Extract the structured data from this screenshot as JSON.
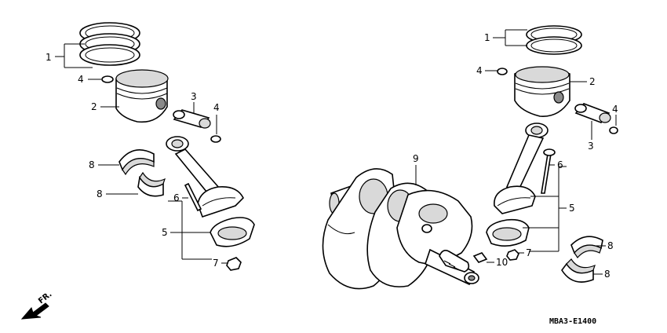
{
  "callouts": {
    "L1": "1",
    "L2": "2",
    "L3": "3",
    "L4a": "4",
    "L4b": "4",
    "L8a": "8",
    "L8b": "8",
    "L6": "6",
    "L5": "5",
    "L7": "7",
    "R1": "1",
    "R4a": "4",
    "R2": "2",
    "R4b": "4",
    "R3": "3",
    "R9": "9",
    "R6": "6",
    "R5": "5",
    "R7": "7",
    "R8a": "8",
    "R10": "10",
    "R8b": "8"
  },
  "direction_label": "FR.",
  "diagram_code": "MBA3-E1400"
}
